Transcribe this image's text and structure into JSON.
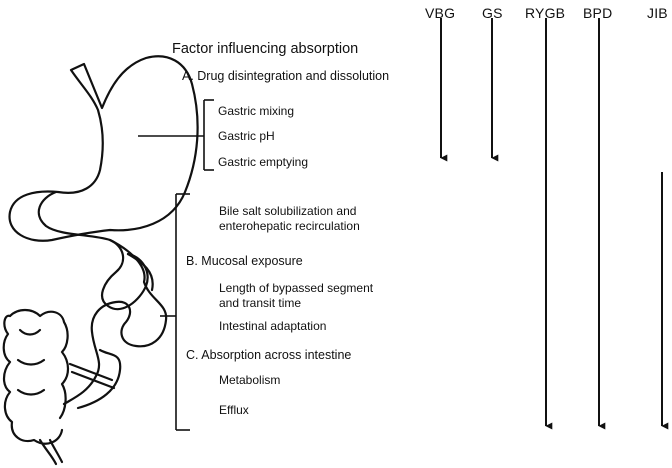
{
  "title": "Factor influencing absorption",
  "procedures": [
    "VBG",
    "GS",
    "RYGB",
    "BPD",
    "JIB"
  ],
  "sections": {
    "a": "A. Drug disintegration and dissolution",
    "b": "B. Mucosal exposure",
    "c": "C. Absorption across intestine"
  },
  "factors": {
    "gastric_mixing": "Gastric mixing",
    "gastric_ph": "Gastric pH",
    "gastric_emptying": "Gastric emptying",
    "bile_salt_line1": "Bile salt solubilization and",
    "bile_salt_line2": "enterohepatic recirculation",
    "length_line1": "Length of bypassed segment",
    "length_line2": "and transit time",
    "intestinal_adaptation": "Intestinal adaptation",
    "metabolism": "Metabolism",
    "efflux": "Efflux"
  },
  "icons": {
    "stomach": "stomach-illustration",
    "intestine": "intestine-illustration",
    "arrow": "down-arrow-icon"
  }
}
